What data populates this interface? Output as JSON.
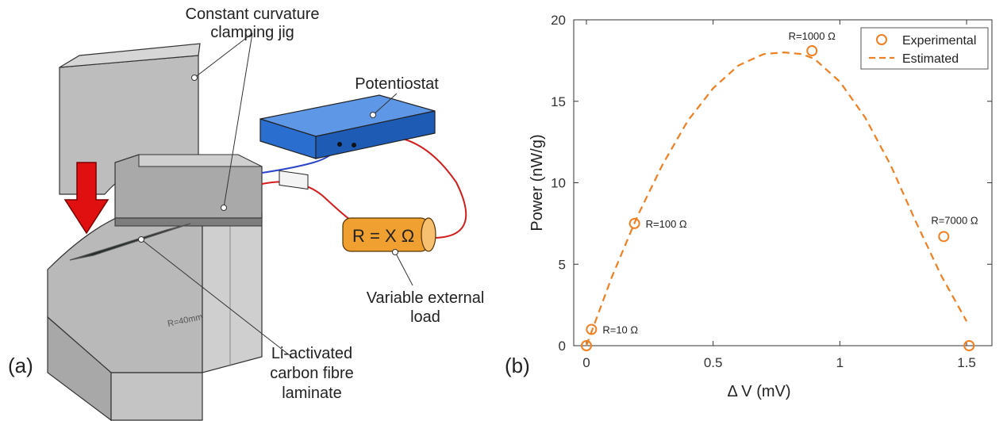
{
  "panel_a": {
    "letter": "(a)",
    "label_jig_line1": "Constant curvature",
    "label_jig_line2": "clamping jig",
    "label_potentiostat": "Potentiostat",
    "resistor_text": "R = X Ω",
    "label_load_line1": "Variable external",
    "label_load_line2": "load",
    "label_laminate_line1": "Li-activated",
    "label_laminate_line2": "carbon fibre",
    "label_laminate_line3": "laminate",
    "jig_engraving": "R=40mm",
    "colors": {
      "jig_face": "#b9b9b9",
      "jig_side": "#9a9a9a",
      "jig_top": "#d4d4d4",
      "arrow": "#e01010",
      "potentiostat": "#2a6fd0",
      "resistor": "#f0a030",
      "wire_red": "#d31c1c",
      "wire_blue": "#2b44c8",
      "laminate": "#1f2a22"
    }
  },
  "panel_b": {
    "letter": "(b)"
  },
  "chart_data": {
    "type": "scatter",
    "xlabel": "Δ V (mV)",
    "ylabel": "Power (nW/g)",
    "xlim": [
      -0.05,
      1.6
    ],
    "ylim": [
      0,
      20
    ],
    "xticks": [
      "0",
      "0.5",
      "1",
      "1.5"
    ],
    "xtick_values": [
      0,
      0.5,
      1,
      1.5
    ],
    "yticks": [
      "0",
      "5",
      "10",
      "15",
      "20"
    ],
    "ytick_values": [
      0,
      5,
      10,
      15,
      20
    ],
    "legend_position": "top-right",
    "series": [
      {
        "name": "Experimental",
        "style": "marker-circle",
        "color": "#f07f22",
        "x": [
          0,
          0.02,
          0.19,
          0.89,
          1.41,
          1.51
        ],
        "y": [
          0,
          1.0,
          7.5,
          18.1,
          6.7,
          0
        ]
      },
      {
        "name": "Estimated",
        "style": "dashed-line",
        "color": "#f07f22",
        "x": [
          0,
          0.1,
          0.2,
          0.3,
          0.4,
          0.5,
          0.6,
          0.7,
          0.78,
          0.85,
          0.9,
          1.0,
          1.1,
          1.2,
          1.3,
          1.4,
          1.5
        ],
        "y": [
          0,
          4.2,
          7.9,
          11.1,
          13.8,
          15.8,
          17.2,
          17.9,
          18.0,
          17.9,
          17.6,
          16.2,
          14.0,
          11.1,
          7.6,
          4.3,
          1.5
        ]
      }
    ],
    "point_labels": [
      {
        "text": "R=10 Ω",
        "x": 0.02,
        "y": 1.0
      },
      {
        "text": "R=100 Ω",
        "x": 0.19,
        "y": 7.5
      },
      {
        "text": "R=1000 Ω",
        "x": 0.89,
        "y": 18.1
      },
      {
        "text": "R=7000 Ω",
        "x": 1.41,
        "y": 6.7
      }
    ]
  }
}
